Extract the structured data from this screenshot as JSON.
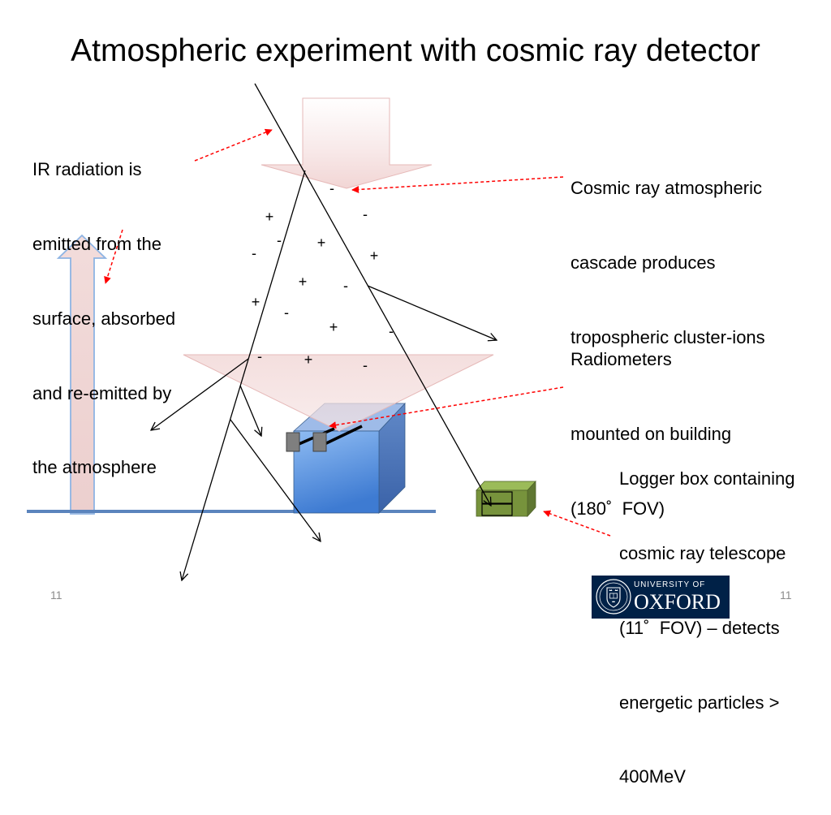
{
  "slide": {
    "title": "Atmospheric experiment with cosmic ray detector",
    "slide_number_left": "11",
    "slide_number_right": "11"
  },
  "labels": {
    "ir_radiation": [
      "IR radiation is",
      "emitted from the",
      "surface, absorbed",
      "and re-emitted by",
      "the atmosphere"
    ],
    "cosmic_cascade": [
      "Cosmic ray atmospheric",
      "cascade produces",
      "tropospheric cluster-ions"
    ],
    "radiometers": [
      "Radiometers",
      "mounted on building",
      "(180˚  FOV)"
    ],
    "logger_box": [
      "Logger box containing",
      "cosmic ray telescope",
      "(11˚  FOV) – detects",
      "energetic particles >",
      "400MeV"
    ]
  },
  "diagram": {
    "ion_charges": [
      "-",
      "+",
      "-",
      "-",
      "+",
      "-",
      "+",
      "+",
      "-",
      "+",
      "-",
      "+",
      "-",
      "-",
      "+",
      "-"
    ]
  },
  "logo": {
    "line1": "UNIVERSITY OF",
    "line2": "OXFORD"
  },
  "colors": {
    "annotation_arrow": "#ff0000",
    "ir_arrow_fill": "#f2dcdb",
    "building": "#4f81bd",
    "logger_box": "#77933c",
    "logo_background": "#002147"
  }
}
